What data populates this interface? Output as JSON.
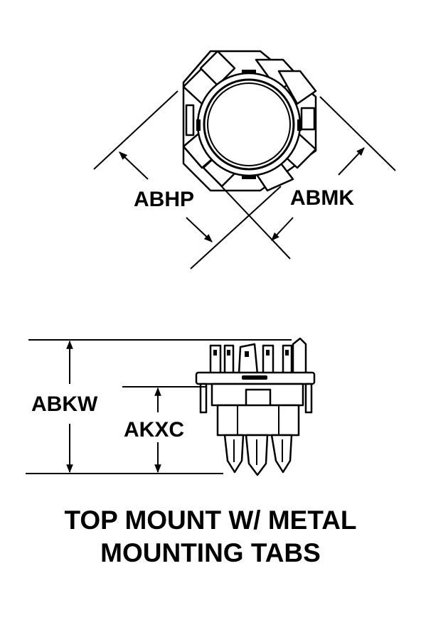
{
  "diagram": {
    "dimension_labels": {
      "diag_left": "ABHP",
      "diag_right": "ABMK",
      "overall_height": "ABKW",
      "body_height": "AKXC"
    },
    "caption": {
      "line1": "TOP MOUNT W/ METAL",
      "line2": "MOUNTING TABS"
    }
  }
}
